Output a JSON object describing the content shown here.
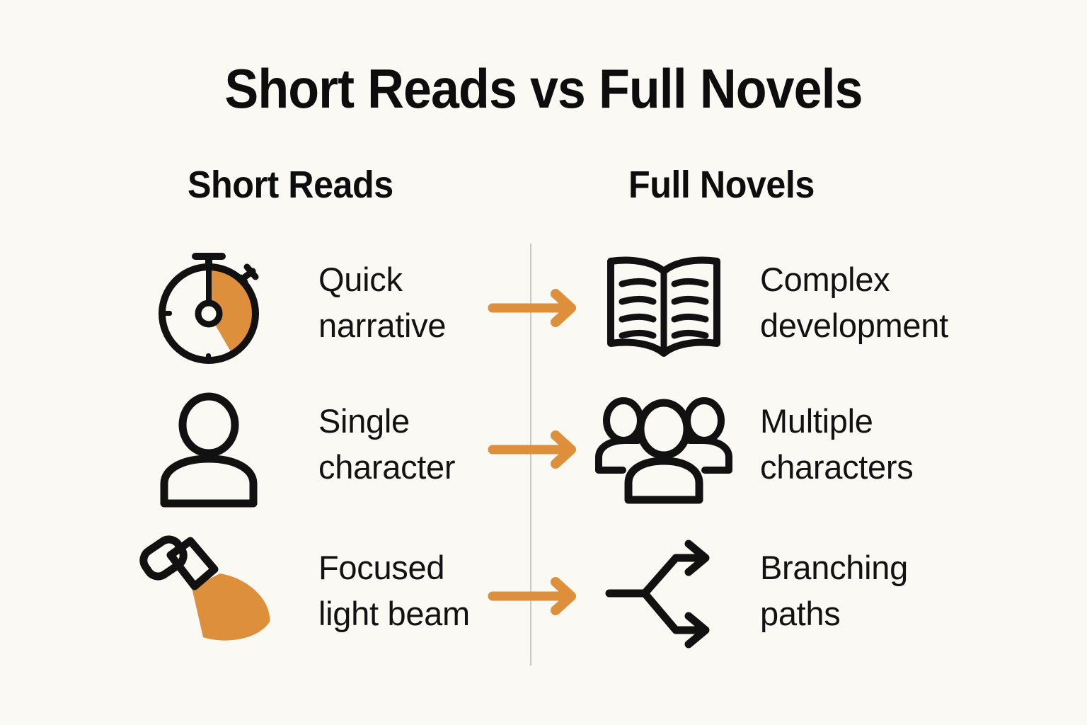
{
  "title": "Short Reads vs Full Novels",
  "columns": {
    "left_header": "Short Reads",
    "right_header": "Full Novels"
  },
  "colors": {
    "background": "#faf9f4",
    "ink": "#111111",
    "accent_orange": "#de8f3c",
    "divider": "#c9c8c3"
  },
  "rows": [
    {
      "left_icon": "stopwatch-icon",
      "left_label_line1": "Quick",
      "left_label_line2": "narrative",
      "connector": "arrow-right-icon",
      "right_icon": "open-book-icon",
      "right_label_line1": "Complex",
      "right_label_line2": "development"
    },
    {
      "left_icon": "single-person-icon",
      "left_label_line1": "Single",
      "left_label_line2": "character",
      "connector": "arrow-right-icon",
      "right_icon": "group-of-people-icon",
      "right_label_line1": "Multiple",
      "right_label_line2": "characters"
    },
    {
      "left_icon": "flashlight-beam-icon",
      "left_label_line1": "Focused",
      "left_label_line2": "light beam",
      "connector": "arrow-right-icon",
      "right_icon": "branching-arrows-icon",
      "right_label_line1": "Branching",
      "right_label_line2": "paths"
    }
  ]
}
